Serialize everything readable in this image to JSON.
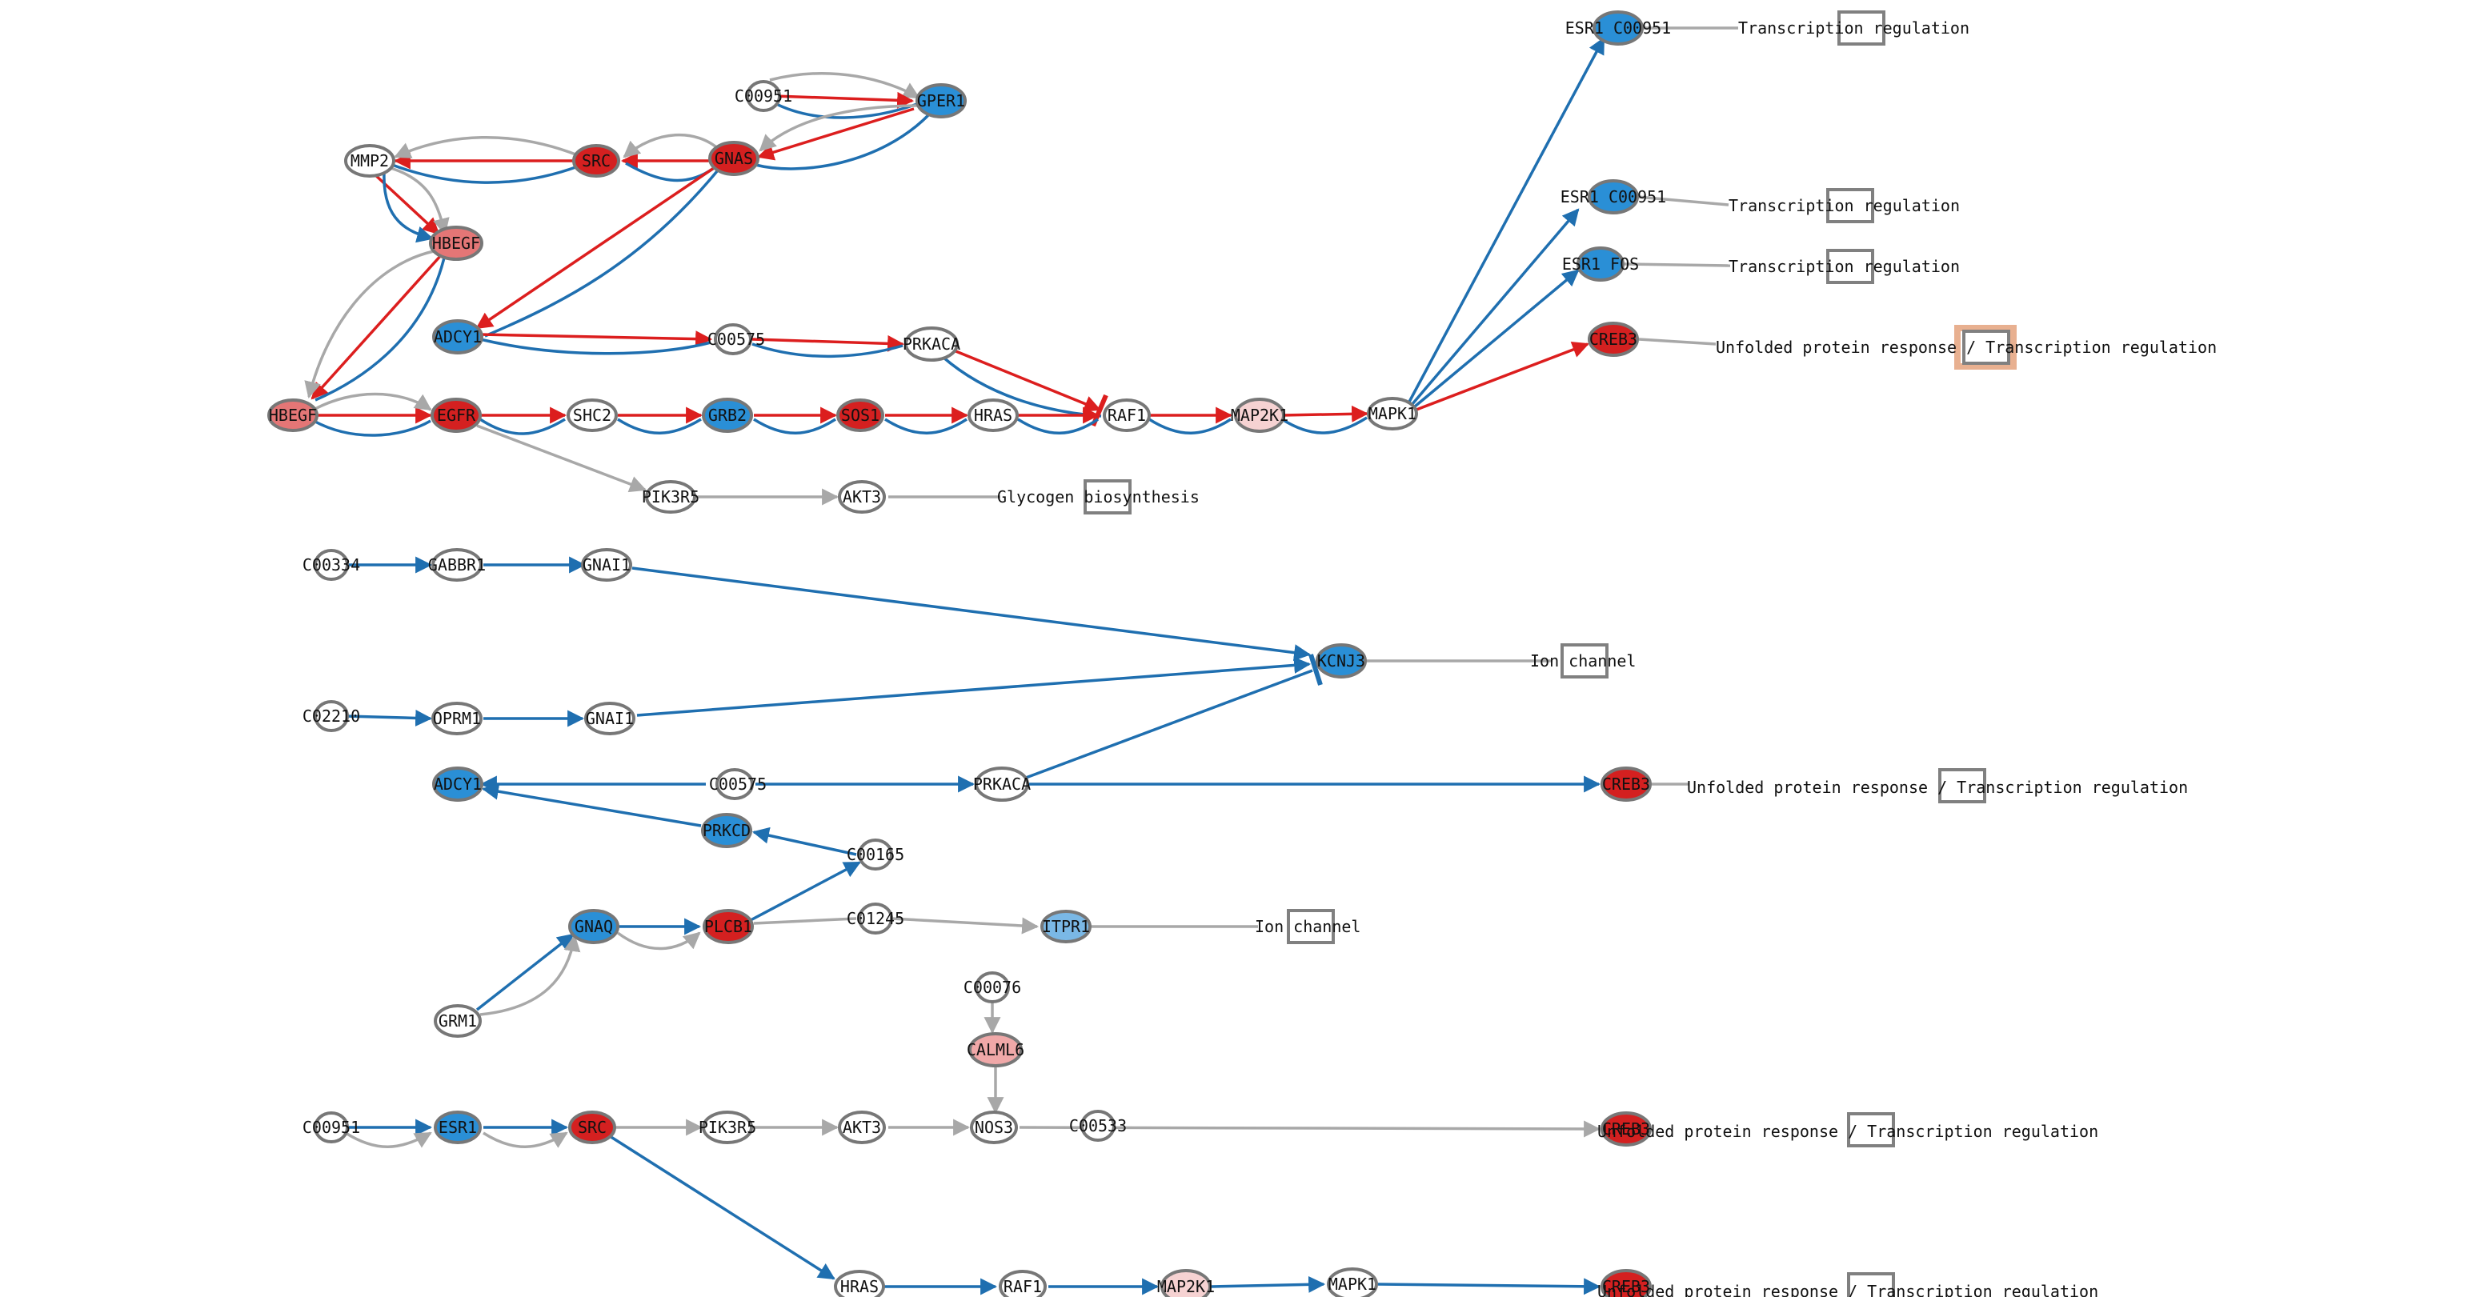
{
  "colors": {
    "red": "#dc1e1e",
    "blue": "#1f6fb0",
    "gray": "#a8a8a8",
    "node_red": "#d42020",
    "node_blue": "#2a8fd6",
    "node_lightblue": "#7ab8e6",
    "node_salmon": "#e47676",
    "node_pink": "#f0a8a8",
    "node_palepink": "#f6d2d2",
    "node_white": "#ffffff",
    "highlight": "#e8b090"
  },
  "nodes": {
    "c00951_a": "C00951",
    "gper1": "GPER1",
    "mmp2": "MMP2",
    "src_a": "SRC",
    "gnas": "GNAS",
    "hbegf_a": "HBEGF",
    "adcy1_a": "ADCY1",
    "c00575_a": "C00575",
    "prkaca_a": "PRKACA",
    "hbegf_b": "HBEGF",
    "egfr": "EGFR",
    "shc2": "SHC2",
    "grb2": "GRB2",
    "sos1": "SOS1",
    "hras_a": "HRAS",
    "raf1_a": "RAF1",
    "map2k1_a": "MAP2K1",
    "mapk1_a": "MAPK1",
    "pik3r5_a": "PIK3R5",
    "akt3_a": "AKT3",
    "esr1_c00951_a": "ESR1 C00951",
    "esr1_c00951_b": "ESR1 C00951",
    "esr1_fos": "ESR1 FOS",
    "creb3_a": "CREB3",
    "c00334": "C00334",
    "gabbr1": "GABBR1",
    "gnai1_a": "GNAI1",
    "kcnj3": "KCNJ3",
    "c02210": "C02210",
    "oprm1": "OPRM1",
    "gnai1_b": "GNAI1",
    "adcy1_b": "ADCY1",
    "c00575_b": "C00575",
    "prkaca_b": "PRKACA",
    "creb3_b": "CREB3",
    "prkcd": "PRKCD",
    "c00165": "C00165",
    "gnaq": "GNAQ",
    "plcb1": "PLCB1",
    "c01245": "C01245",
    "itpr1": "ITPR1",
    "grm1": "GRM1",
    "c00076": "C00076",
    "calml6": "CALML6",
    "c00951_b": "C00951",
    "esr1_b": "ESR1",
    "src_b": "SRC",
    "pik3r5_b": "PIK3R5",
    "akt3_b": "AKT3",
    "nos3": "NOS3",
    "c00533": "C00533",
    "creb3_c": "CREB3",
    "hras_b": "HRAS",
    "raf1_b": "RAF1",
    "map2k1_b": "MAP2K1",
    "mapk1_b": "MAPK1",
    "creb3_d": "CREB3"
  },
  "outcomes": {
    "tr1": "Transcription regulation",
    "tr2": "Transcription regulation",
    "tr3": "Transcription regulation",
    "upr1": "Unfolded protein response / Transcription regulation",
    "glyco": "Glycogen biosynthesis",
    "ion1": "Ion channel",
    "upr2": "Unfolded protein response / Transcription regulation",
    "ion2": "Ion channel",
    "upr3": "Unfolded protein response / Transcription regulation",
    "upr4": "Unfolded protein response / Transcription regulation"
  }
}
